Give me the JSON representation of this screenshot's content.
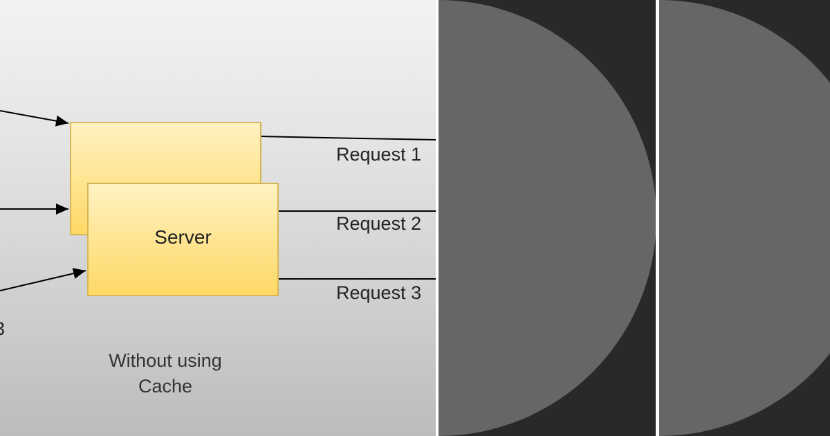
{
  "diagram": {
    "server_label": "Server",
    "requests": [
      "Request 1",
      "Request 2",
      "Request 3"
    ],
    "client_partial_label": "3",
    "caption_lines": [
      "Without using",
      "Cache"
    ]
  },
  "colors": {
    "panel_gradient_top": "#f3f3f3",
    "panel_gradient_bottom": "#bcbcbc",
    "server_fill": "#ffe28a",
    "server_border": "#d6b656",
    "dark_background": "#292929",
    "disc_fill": "#666666"
  }
}
